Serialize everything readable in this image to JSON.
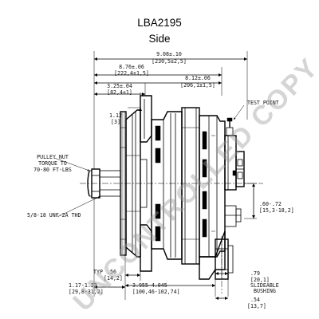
{
  "title": "LBA2195",
  "subtitle": "Side",
  "watermark": "UNCONTROLLED COPY",
  "dimensions": {
    "overall_length": [
      "9.08±.10",
      "[230,5±2,5]"
    ],
    "to_mount_front": [
      "8.76±.06",
      "[222,4±1,5]"
    ],
    "to_mount_rear": [
      "8.12±.06",
      "[206,1±1,5]"
    ],
    "pulley_to_fan": [
      "3.25±.04",
      "[82,4±1]"
    ],
    "fan_height": [
      "1.12",
      "[3]"
    ],
    "term_offset": [
      ".60-.72",
      "[15,3-18,2]"
    ],
    "hub_depth": [
      ".56",
      "[14,2]"
    ],
    "hub_depth_prefix": "TYP",
    "pulley_to_hub": [
      "1.17-1.23",
      "[29,8-31,2]"
    ],
    "body_length": [
      "3.955-4.045",
      "[100,46-102,74]"
    ],
    "bushing_width": [
      ".79",
      "[20,1]"
    ],
    "bushing_note": [
      "SLIDEABLE",
      "BUSHING"
    ],
    "bushing_hole": [
      ".54",
      "[13,7]"
    ]
  },
  "callouts": {
    "test_point": "TEST POINT",
    "pulley_nut": [
      "PULLEY NUT",
      "TORQUE TO",
      "70-80 FT-LBS"
    ],
    "shaft_thread": "5/8-18 UNF-2A THD"
  }
}
